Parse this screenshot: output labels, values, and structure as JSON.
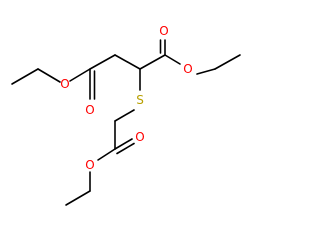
{
  "molecule": {
    "atoms": [
      {
        "id": "o-ether-left",
        "label": "O",
        "color": "#ff0000"
      },
      {
        "id": "o-carbonyl-left",
        "label": "O",
        "color": "#ff0000"
      },
      {
        "id": "o-carbonyl-right",
        "label": "O",
        "color": "#ff0000"
      },
      {
        "id": "o-ether-right",
        "label": "O",
        "color": "#ff0000"
      },
      {
        "id": "s-thioether",
        "label": "S",
        "color": "#b8a000"
      },
      {
        "id": "o-carbonyl-bottom",
        "label": "O",
        "color": "#ff0000"
      },
      {
        "id": "o-ether-bottom",
        "label": "O",
        "color": "#ff0000"
      }
    ],
    "bond_color": "#000000"
  }
}
